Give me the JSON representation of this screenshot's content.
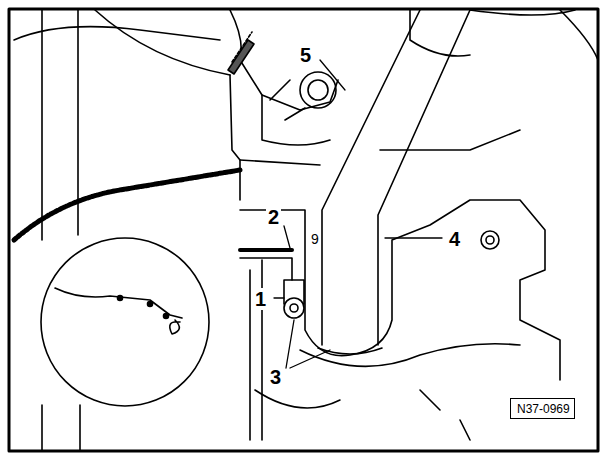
{
  "diagram": {
    "nodes": [
      {
        "text": [
          "N37-0969"
        ]
      }
    ],
    "labels": [
      "5",
      "2",
      "9",
      "4",
      "1",
      "3"
    ]
  }
}
